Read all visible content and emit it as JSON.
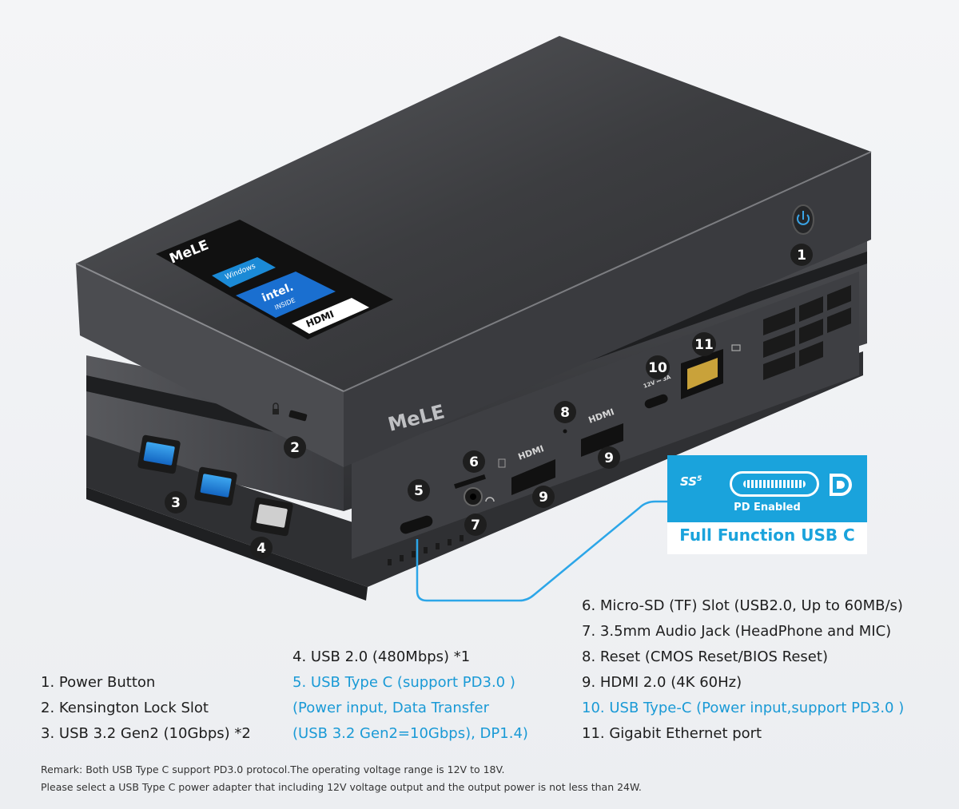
{
  "colors": {
    "accent": "#1aa3dc",
    "device": "#3a3b3e",
    "device_top": "#2b2c2f",
    "text": "#1d1d1d",
    "link_blue": "#1a9ad6"
  },
  "device": {
    "brand": "MeLE",
    "sticker": {
      "brand": "MeLE",
      "windows": "Windows",
      "intel_line1": "intel.",
      "intel_line2": "INSIDE",
      "hdmi": "HDMI"
    },
    "port_labels": {
      "hdmi_a": "HDMI",
      "hdmi_b": "HDMI",
      "usbc_power": "12V ⎓ 3A"
    },
    "badges": [
      "1",
      "2",
      "3",
      "3",
      "4",
      "5",
      "6",
      "7",
      "8",
      "9",
      "9",
      "10",
      "11"
    ],
    "icons": [
      "power-icon",
      "lock-icon",
      "headphone-icon",
      "sd-card-icon",
      "ethernet-icon",
      "displayport-icon"
    ]
  },
  "callout": {
    "ss_text": "SS",
    "ss_sup": "5",
    "pd_label": "PD Enabled",
    "title": "Full Function USB C"
  },
  "specs": {
    "col1": [
      "1. Power Button",
      "2. Kensington Lock Slot",
      "3. USB 3.2 Gen2 (10Gbps) *2"
    ],
    "col2": [
      {
        "text": "4.  USB 2.0 (480Mbps) *1",
        "highlight": false
      },
      {
        "text": "5. USB Type C (support PD3.0 )",
        "highlight": true
      },
      {
        "text": "(Power input, Data Transfer",
        "highlight": true
      },
      {
        "text": "(USB 3.2 Gen2=10Gbps), DP1.4)",
        "highlight": true
      }
    ],
    "col3": [
      {
        "text": "6. Micro-SD (TF) Slot (USB2.0, Up to 60MB/s)",
        "highlight": false
      },
      {
        "text": "7. 3.5mm Audio Jack (HeadPhone and MIC)",
        "highlight": false
      },
      {
        "text": "8. Reset (CMOS Reset/BIOS Reset)",
        "highlight": false
      },
      {
        "text": "9. HDMI 2.0 (4K 60Hz)",
        "highlight": false
      },
      {
        "text": "10. USB Type-C (Power input,support PD3.0 )",
        "highlight": true
      },
      {
        "text": "11. Gigabit Ethernet port",
        "highlight": false
      }
    ]
  },
  "remarks": [
    "Remark: Both USB Type C support PD3.0 protocol.The operating voltage range is 12V to 18V.",
    "Please select a USB Type C power adapter that including 12V voltage output and the output power is not less than 24W."
  ]
}
